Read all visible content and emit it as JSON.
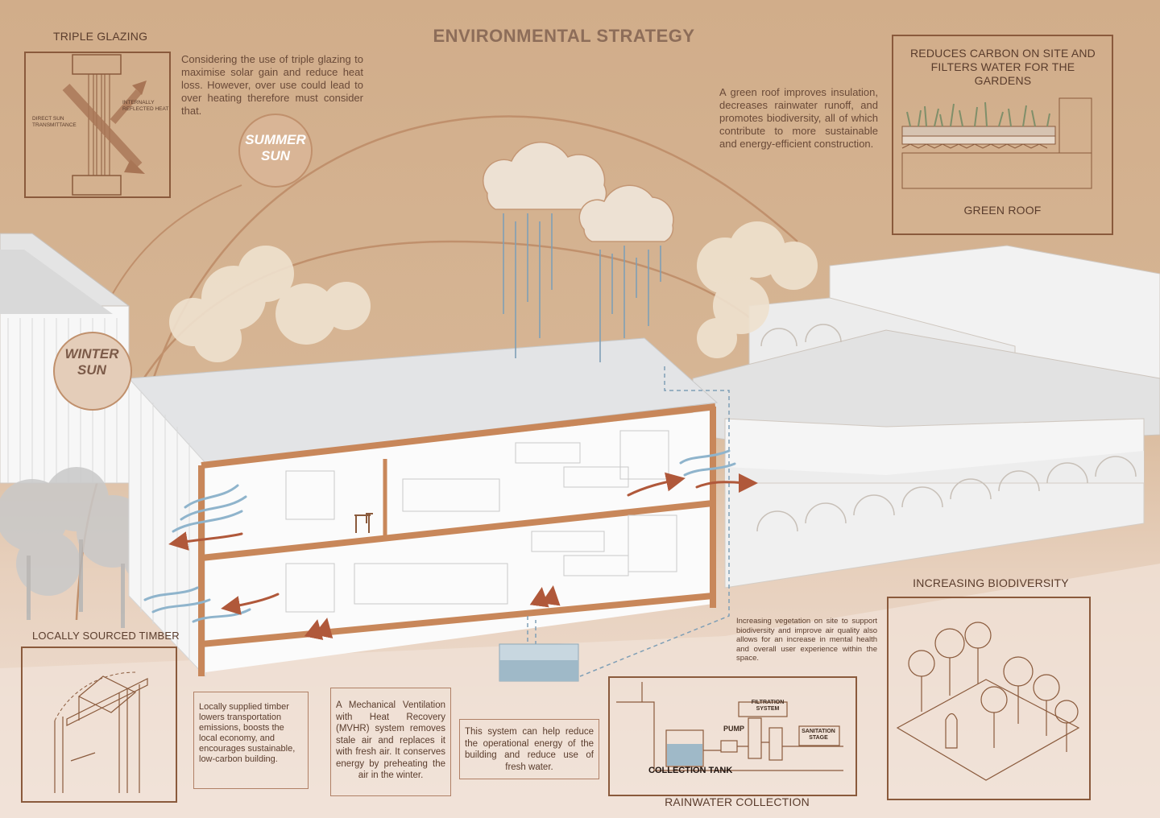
{
  "title": "ENVIRONMENTAL STRATEGY",
  "triple_glazing": {
    "heading": "TRIPLE GLAZING",
    "text": "Considering the use of triple glazing to maximise solar gain and reduce heat loss. However, over use could lead to over heating therefore must consider that.",
    "label_direct": "DIRECT SUN TRANSMITTANCE",
    "label_reflected": "INTERNALLY REFLECTED HEAT"
  },
  "suns": {
    "summer": "SUMMER SUN",
    "winter": "WINTER SUN"
  },
  "green_roof": {
    "text": "A green roof improves insulation, decreases rainwater runoff, and promotes biodiversity, all of which contribute to more sustainable and energy-efficient construction.",
    "box_heading": "REDUCES CARBON ON SITE AND FILTERS WATER FOR THE GARDENS",
    "box_caption": "GREEN ROOF"
  },
  "biodiversity": {
    "heading": "INCREASING BIODIVERSITY",
    "text": "Increasing vegetation on site to support biodiversity and improve air quality also allows for an increase in mental health and overall user experience within the space."
  },
  "timber": {
    "heading": "LOCALLY SOURCED TIMBER",
    "text": "Locally supplied timber lowers transportation emissions, boosts the local economy, and encourages sustainable, low-carbon building."
  },
  "mvhr": {
    "text": "A Mechanical Ventilation with Heat Recovery (MVHR) system removes stale air and replaces it with fresh air. It conserves energy by preheating the air in the winter."
  },
  "rainwater": {
    "text": "This system can help reduce the operational energy of the building and reduce use of fresh water.",
    "caption": "RAINWATER COLLECTION",
    "label_tank": "COLLECTION TANK",
    "label_pump": "PUMP",
    "label_filtration": "FILTRATION SYSTEM",
    "label_sanitation": "SANITATION STAGE"
  },
  "colors": {
    "background": "#d3b08e",
    "frame": "#c8875a",
    "outline": "#8a5a3c",
    "warm_air": "#b0583a",
    "cool_air": "#8fb4cc",
    "rain": "#7f9fb6"
  }
}
